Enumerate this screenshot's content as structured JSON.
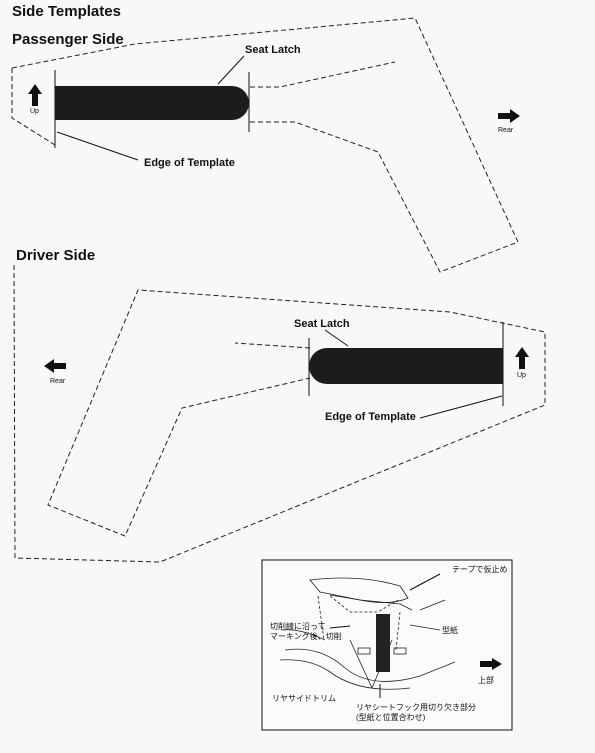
{
  "page": {
    "title": "Side Templates"
  },
  "passenger": {
    "heading": "Passenger Side",
    "seat_latch": "Seat Latch",
    "edge": "Edge of Template",
    "up": "Up",
    "rear": "Rear"
  },
  "driver": {
    "heading": "Driver Side",
    "seat_latch": "Seat Latch",
    "edge": "Edge of Template",
    "up": "Up",
    "rear": "Rear"
  },
  "inset": {
    "tape": "テープで仮止め",
    "cut_line": "切削線に沿って",
    "marking": "マーキング後、切削",
    "template": "型紙",
    "side_trim": "リヤサイドトリム",
    "hook_cutout": "リヤシートフック用切り欠き部分",
    "align": "(型紙と位置合わせ)",
    "top": "上部"
  },
  "colors": {
    "ink": "#111111",
    "paper": "#f7f8fa",
    "latch": "#1c1c1c"
  }
}
